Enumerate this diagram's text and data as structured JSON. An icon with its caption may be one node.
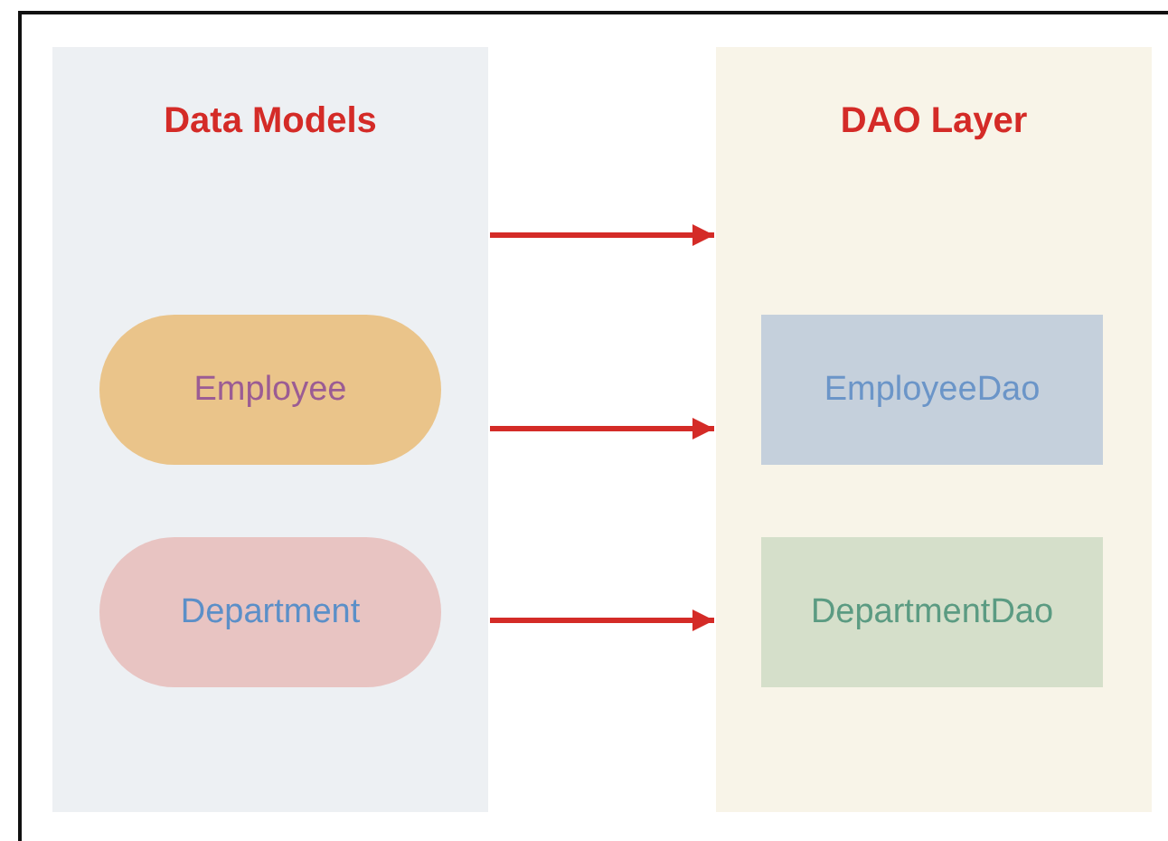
{
  "diagram": {
    "nodes": [
      {
        "text": [
          "Data Models"
        ]
      },
      {
        "text": [
          "Employee"
        ],
        "in": 0
      },
      {
        "text": [
          "Department"
        ],
        "in": 0
      },
      {
        "text": [
          "DAO Layer"
        ]
      },
      {
        "text": [
          "EmployeeDao"
        ],
        "in": 3
      },
      {
        "text": [
          "DepartmentDao"
        ],
        "in": 3
      }
    ],
    "edges": [
      {
        "from": 0,
        "to": 3,
        "arrow": "to"
      },
      {
        "from": 0,
        "to": 3,
        "arrow": "to"
      },
      {
        "from": 0,
        "to": 3,
        "arrow": "to"
      }
    ]
  }
}
